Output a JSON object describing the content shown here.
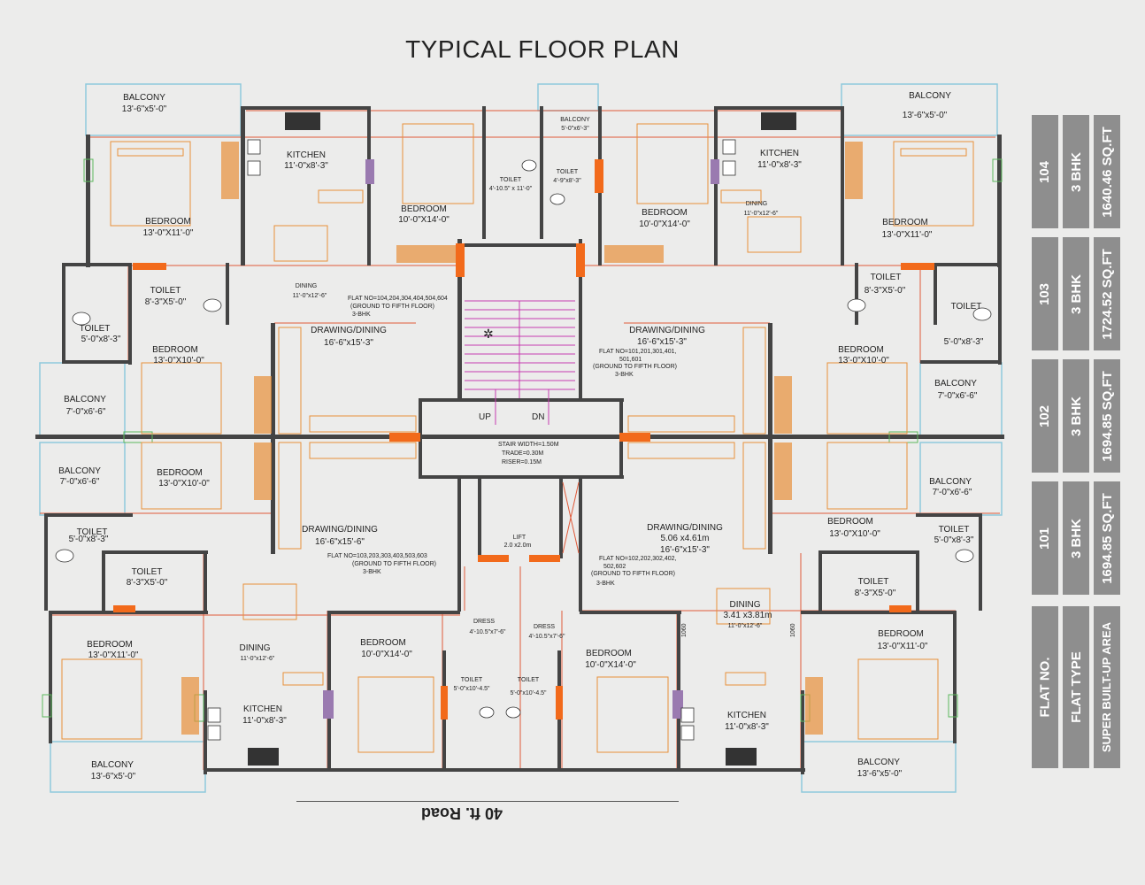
{
  "title": "TYPICAL FLOOR PLAN",
  "road": "40 ft. Road",
  "rooms": {
    "bal_tl": [
      "BALCONY",
      "13'-6\"x5'-0\""
    ],
    "kit_tl": [
      "KITCHEN",
      "11'-0\"x8'-3\""
    ],
    "bed_tl": [
      "BEDROOM",
      "13'-0\"X11'-0\""
    ],
    "bed_tc": [
      "BEDROOM",
      "10'-0\"X14'-0\""
    ],
    "toilet_tc": [
      "TOILET",
      "4'-10.5\" x 11'-0\""
    ],
    "bal_tc": [
      "BALCONY",
      "5'-0\"x6'-3\""
    ],
    "toilet_tc2": [
      "TOILET",
      "4'-9\"x8'-3\""
    ],
    "bed_tc2": [
      "BEDROOM",
      "10'-0\"X14'-0\""
    ],
    "kit_tr": [
      "KITCHEN",
      "11'-0\"x8'-3\""
    ],
    "din_tr": [
      "DINING",
      "11'-0\"x12'-6\""
    ],
    "bal_tr": [
      "BALCONY",
      "13'-6\"x5'-0\""
    ],
    "bed_tr": [
      "BEDROOM",
      "13'-0\"X11'-0\""
    ],
    "din_tl": [
      "DINING",
      "11'-0\"x12'-6\""
    ],
    "toilet_l1": [
      "TOILET",
      "8'-3\"X5'-0\""
    ],
    "toilet_l2": [
      "TOILET",
      "5'-0\"x8'-3\""
    ],
    "bed_l1": [
      "BEDROOM",
      "13'-0\"X10'-0\""
    ],
    "bal_l1": [
      "BALCONY",
      "7'-0\"x6'-6\""
    ],
    "draw_tl": [
      "DRAWING/DINING",
      "16'-6\"x15'-3\""
    ],
    "draw_tr": [
      "DRAWING/DINING",
      "16'-6\"x15'-3\""
    ],
    "toilet_r1": [
      "TOILET",
      "8'-3\"X5'-0\""
    ],
    "toilet_r2": [
      "TOILET",
      "5'-0\"x8'-3\""
    ],
    "bed_r1": [
      "BEDROOM",
      "13'-0\"X10'-0\""
    ],
    "bal_r1": [
      "BALCONY",
      "7'-0\"x6'-6\""
    ],
    "bal_l2": [
      "BALCONY",
      "7'-0\"x6'-6\""
    ],
    "bed_l2": [
      "BEDROOM",
      "13'-0\"X10'-0\""
    ],
    "toilet_l3": [
      "TOILET",
      "5'-0\"x8'-3\""
    ],
    "toilet_l4": [
      "TOILET",
      "8'-3\"X5'-0\""
    ],
    "draw_bl": [
      "DRAWING/DINING",
      "16'-6\"x15'-6\""
    ],
    "lift": [
      "LIFT",
      "2.0 x2.0m"
    ],
    "draw_br": [
      "DRAWING/DINING",
      "5.06 x4.61m",
      "16'-6\"x15'-3\""
    ],
    "bal_r2": [
      "BALCONY",
      "7'-0\"x6'-6\""
    ],
    "bed_r2": [
      "BEDROOM",
      "13'-0\"X10'-0\""
    ],
    "toilet_r3": [
      "TOILET",
      "5'-0\"x8'-3\""
    ],
    "toilet_r4": [
      "TOILET",
      "8'-3\"X5'-0\""
    ],
    "din_bl": [
      "DINING",
      "11'-0\"x12'-6\""
    ],
    "dress_l": [
      "DRESS",
      "4'-10.5\"x7'-6\""
    ],
    "dress_r": [
      "DRESS",
      "4'-10.5\"x7'-6\""
    ],
    "din_br": [
      "DINING",
      "3.41 x3.81m",
      "11'-0\"x12'-6\""
    ],
    "bed_bl": [
      "BEDROOM",
      "13'-0\"X11'-0\""
    ],
    "bed_bc": [
      "BEDROOM",
      "10'-0\"X14'-0\""
    ],
    "bed_bc2": [
      "BEDROOM",
      "10'-0\"X14'-0\""
    ],
    "bed_br": [
      "BEDROOM",
      "13'-0\"X11'-0\""
    ],
    "toilet_b1": [
      "TOILET",
      "5'-0\"x10'-4.5\""
    ],
    "toilet_b2": [
      "TOILET",
      "5'-0\"x10'-4.5\""
    ],
    "kit_bl": [
      "KITCHEN",
      "11'-0\"x8'-3\""
    ],
    "kit_br": [
      "KITCHEN",
      "11'-0\"x8'-3\""
    ],
    "bal_bl": [
      "BALCONY",
      "13'-6\"x5'-0\""
    ],
    "bal_br": [
      "BALCONY",
      "13'-6\"x5'-0\""
    ]
  },
  "flat_notes": {
    "tl": [
      "FLAT NO=104,204,304,404,504,604",
      "(GROUND TO FIFTH FLOOR)",
      "3-BHK"
    ],
    "tr": [
      "FLAT NO=101,201,301,401,",
      "501,601",
      "(GROUND TO FIFTH FLOOR)",
      "3-BHK"
    ],
    "bl": [
      "FLAT NO=103,203,303,403,503,603",
      "(GROUND TO FIFTH FLOOR)",
      "3-BHK"
    ],
    "br": [
      "FLAT NO=102,202,302,402,",
      "502,602",
      "(GROUND TO FIFTH FLOOR)",
      "3-BHK"
    ]
  },
  "stair": {
    "up": "UP",
    "dn": "DN",
    "notes": [
      "STAIR WIDTH=1.50M",
      "TRADE=0.30M",
      "RISER=0.15M"
    ]
  },
  "dims": {
    "d1": "1060",
    "d2": "1060"
  },
  "legend": {
    "rows": [
      {
        "no": "104",
        "type": "3 BHK",
        "area": "1640.46 SQ.FT"
      },
      {
        "no": "103",
        "type": "3 BHK",
        "area": "1724.52 SQ.FT"
      },
      {
        "no": "102",
        "type": "3 BHK",
        "area": "1694.85 SQ.FT"
      },
      {
        "no": "101",
        "type": "3 BHK",
        "area": "1694.85 SQ.FT"
      }
    ],
    "header": {
      "no": "FLAT NO.",
      "type": "FLAT TYPE",
      "area": "SUPER BUILT-UP AREA"
    }
  },
  "colors": {
    "wall": "#444444",
    "door": "#f26a1b",
    "furniture": "#e8903a",
    "balcony": "#8fc9dc",
    "legend": "#8e8e8e"
  }
}
